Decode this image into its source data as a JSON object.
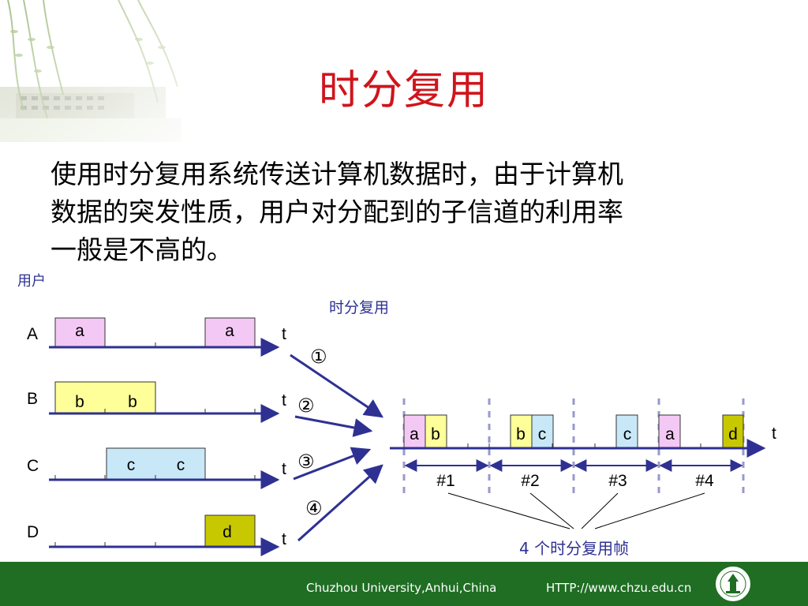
{
  "slide": {
    "title": "时分复用",
    "body_lines": [
      "使用时分复用系统传送计算机数据时，由于计算机",
      "数据的突发性质，用户对分配到的子信道的利用率",
      "一般是不高的。"
    ]
  },
  "diagram": {
    "users_label": "用户",
    "tdm_label": "时分复用",
    "time_label": "t",
    "frame_caption": "4 个时分复用帧",
    "users": [
      {
        "name": "A",
        "blocks": [
          "a",
          "a"
        ],
        "color": "#f4c8f4"
      },
      {
        "name": "B",
        "blocks": [
          "b",
          "b"
        ],
        "color": "#ffff99"
      },
      {
        "name": "C",
        "blocks": [
          "c",
          "c"
        ],
        "color": "#c8e8f8"
      },
      {
        "name": "D",
        "blocks": [
          "d"
        ],
        "color": "#c8c800"
      }
    ],
    "channel_numbers": [
      "①",
      "②",
      "③",
      "④"
    ],
    "frame_slots": [
      "a",
      "b",
      "b",
      "c",
      "c",
      "a",
      "d"
    ],
    "frames": [
      "#1",
      "#2",
      "#3",
      "#4"
    ],
    "colors": {
      "line": "#2e3192",
      "frame_divider": "#9999cc"
    }
  },
  "footer": {
    "university": "Chuzhou University,Anhui,China",
    "url": "HTTP://www.chzu.edu.cn"
  }
}
